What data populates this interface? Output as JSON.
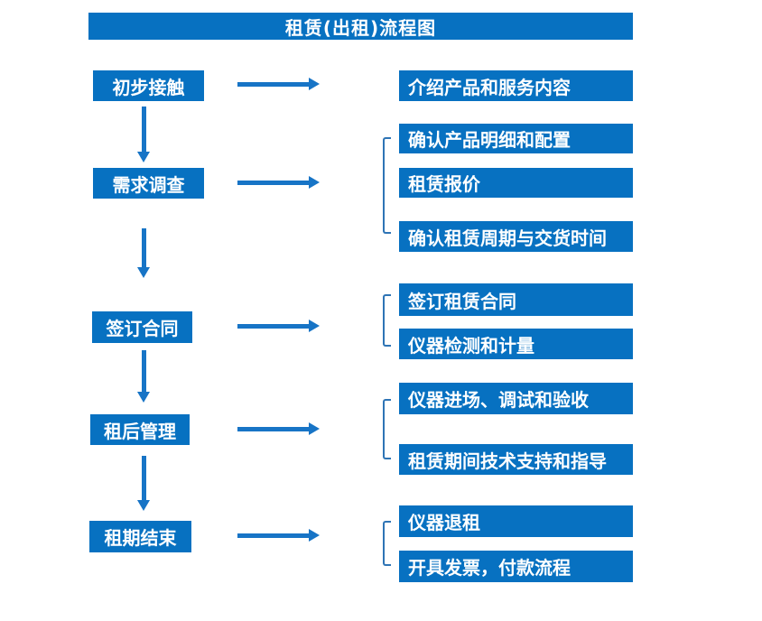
{
  "title": "租赁(出租)流程图",
  "colors": {
    "box_fill": "#0771C1",
    "arrow": "#1774C6",
    "bracket": "#2E74B5",
    "text_on_blue": "#FFFFFF",
    "background": "#FFFFFF"
  },
  "steps": [
    {
      "label": "初步接触",
      "details": [
        "介绍产品和服务内容"
      ]
    },
    {
      "label": "需求调查",
      "details": [
        "确认产品明细和配置",
        "租赁报价",
        "确认租赁周期与交货时间"
      ]
    },
    {
      "label": "签订合同",
      "details": [
        "签订租赁合同",
        "仪器检测和计量"
      ]
    },
    {
      "label": "租后管理",
      "details": [
        "仪器进场、调试和验收",
        "租赁期间技术支持和指导"
      ]
    },
    {
      "label": "租期结束",
      "details": [
        "仪器退租",
        "开具发票，付款流程"
      ]
    }
  ]
}
